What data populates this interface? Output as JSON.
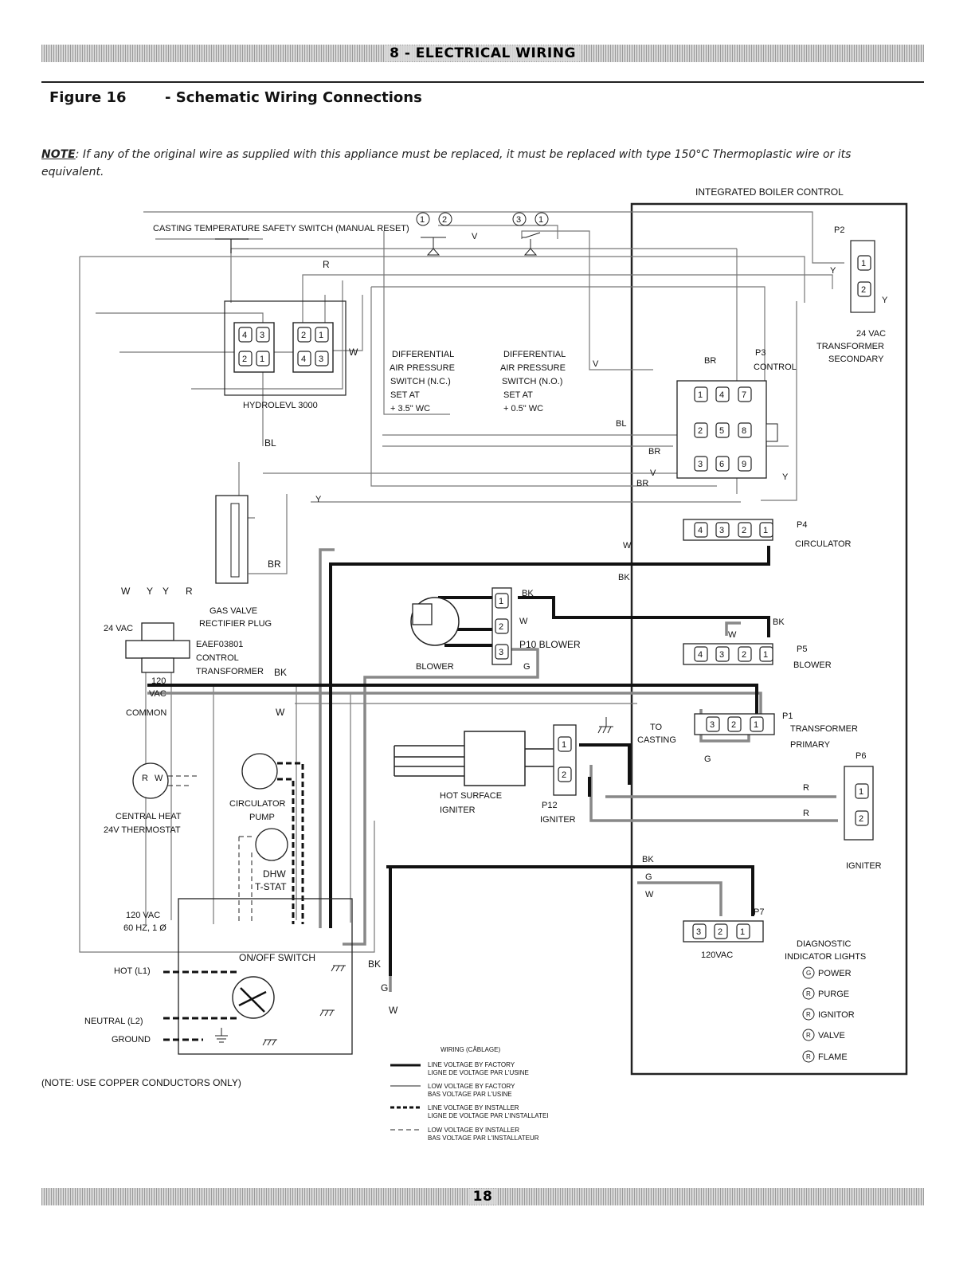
{
  "header": {
    "section_title": "8 - ELECTRICAL WIRING"
  },
  "figure": {
    "number": "Figure 16",
    "title": "- Schematic Wiring Connections"
  },
  "note": {
    "label": "NOTE",
    "text": ": If any of the original wire as supplied with this appliance must be replaced, it must be replaced with type 150°C Thermoplastic wire or its equivalent."
  },
  "labels": {
    "ibc": "INTEGRATED BOILER CONTROL",
    "casting_switch": "CASTING TEMPERATURE SAFETY SWITCH (MANUAL RESET)",
    "p2": "P2",
    "p2_sec1": "24 VAC",
    "p2_sec2": "TRANSFORMER",
    "p2_sec3": "SECONDARY",
    "p3": "P3",
    "p3_control": "CONTROL",
    "hydrolevel": "HYDROLEVL 3000",
    "dap_nc_1": "DIFFERENTIAL",
    "dap_nc_2": "AIR PRESSURE",
    "dap_nc_3": "SWITCH (N.C.)",
    "dap_nc_4": "SET AT",
    "dap_nc_5": "+ 3.5\" WC",
    "dap_no_1": "DIFFERENTIAL",
    "dap_no_2": "AIR PRESSURE",
    "dap_no_3": "SWITCH (N.O.)",
    "dap_no_4": "SET AT",
    "dap_no_5": "+ 0.5\" WC",
    "p4": "P4",
    "p4_name": "CIRCULATOR",
    "p5": "P5",
    "p5_name": "BLOWER",
    "p10": "P10 BLOWER",
    "blower": "BLOWER",
    "p1": "P1",
    "p1_name1": "TRANSFORMER",
    "p1_name2": "PRIMARY",
    "to_casting1": "TO",
    "to_casting2": "CASTING",
    "p6": "P6",
    "p6_name": "IGNITER",
    "hsi1": "HOT SURFACE",
    "hsi2": "IGNITER",
    "p12": "P12",
    "p12_name": "IGNITER",
    "p7": "P7",
    "p7_name": "120VAC",
    "gasvalve1": "GAS VALVE",
    "gasvalve2": "RECTIFIER PLUG",
    "xfmr_24": "24 VAC",
    "xfmr1": "EAEF03801",
    "xfmr2": "CONTROL",
    "xfmr3": "TRANSFORMER",
    "xfmr_120a": "120",
    "xfmr_120b": "VAC",
    "common": "COMMON",
    "thermostat1": "CENTRAL HEAT",
    "thermostat2": "24V THERMOSTAT",
    "circ_pump1": "CIRCULATOR",
    "circ_pump2": "PUMP",
    "dhw1": "DHW",
    "dhw2": "T-STAT",
    "supply1": "120 VAC",
    "supply2": "60 HZ, 1 Ø",
    "onoff": "ON/OFF SWITCH",
    "hot": "HOT (L1)",
    "neutral": "NEUTRAL (L2)",
    "ground": "GROUND",
    "copper_note": "(NOTE: USE COPPER CONDUCTORS ONLY)",
    "diag1": "DIAGNOSTIC",
    "diag2": "INDICATOR LIGHTS"
  },
  "wire_colors": {
    "r": "R",
    "w": "W",
    "y": "Y",
    "bl": "BL",
    "br": "BR",
    "bk": "BK",
    "v": "V",
    "g": "G"
  },
  "pins": {
    "p2": [
      "1",
      "2"
    ],
    "p3": [
      "1",
      "4",
      "7",
      "2",
      "5",
      "8",
      "3",
      "6",
      "9"
    ],
    "p4": [
      "4",
      "3",
      "2",
      "1"
    ],
    "p5": [
      "4",
      "3",
      "2",
      "1"
    ],
    "p10": [
      "1",
      "2",
      "3"
    ],
    "p1": [
      "3",
      "2",
      "1"
    ],
    "p12": [
      "1",
      "2"
    ],
    "p6": [
      "1",
      "2"
    ],
    "p7": [
      "3",
      "2",
      "1"
    ],
    "hydro_left": [
      "4",
      "3",
      "2",
      "1"
    ],
    "hydro_right": [
      "2",
      "1",
      "4",
      "3"
    ],
    "dap_nc": [
      "1",
      "2"
    ],
    "dap_no": [
      "3",
      "1"
    ]
  },
  "diagnostic_lights": [
    {
      "led": "G",
      "label": "POWER"
    },
    {
      "led": "R",
      "label": "PURGE"
    },
    {
      "led": "R",
      "label": "IGNITOR"
    },
    {
      "led": "R",
      "label": "VALVE"
    },
    {
      "led": "R",
      "label": "FLAME"
    }
  ],
  "legend": {
    "title": "WIRING (CÂBLAGE)",
    "items": [
      {
        "line1": "LINE VOLTAGE BY FACTORY",
        "line2": "LIGNE DE VOLTAGE PAR L'USINE"
      },
      {
        "line1": "LOW VOLTAGE BY FACTORY",
        "line2": "BAS VOLTAGE PAR L'USINE"
      },
      {
        "line1": "LINE VOLTAGE BY INSTALLER",
        "line2": "LIGNE DE VOLTAGE PAR L'INSTALLATEI"
      },
      {
        "line1": "LOW VOLTAGE BY INSTALLER",
        "line2": "BAS VOLTAGE PAR L'INSTALLATEUR"
      }
    ]
  },
  "footer": {
    "page_number": "18"
  }
}
